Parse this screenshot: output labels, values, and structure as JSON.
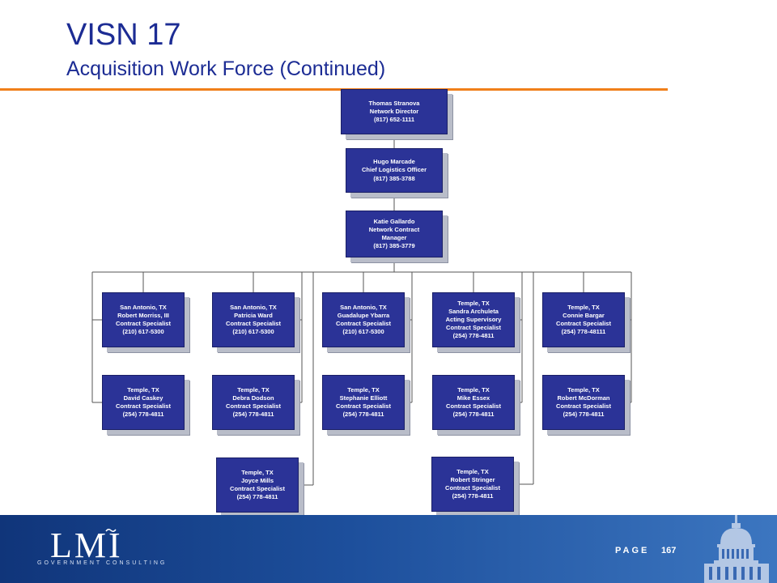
{
  "header": {
    "title": "VISN 17",
    "subtitle": "Acquisition Work Force (Continued)"
  },
  "org_chart": {
    "director": {
      "lines": [
        "Thomas Stranova",
        "Network Director",
        "(817) 652-1111"
      ]
    },
    "logistics": {
      "lines": [
        "Hugo Marcade",
        "Chief Logistics Officer",
        "(817) 385-3788"
      ]
    },
    "manager": {
      "lines": [
        "Katie Gallardo",
        "Network Contract",
        "Manager",
        "(817) 385-3779"
      ]
    },
    "row1": [
      {
        "lines": [
          "San Antonio, TX",
          "Robert Morriss, III",
          "Contract Specialist",
          "(210) 617-5300"
        ]
      },
      {
        "lines": [
          "San Antonio, TX",
          "Patricia Ward",
          "Contract Specialist",
          "(210) 617-5300"
        ]
      },
      {
        "lines": [
          "San Antonio, TX",
          "Guadalupe Ybarra",
          "Contract Specialist",
          "(210) 617-5300"
        ]
      },
      {
        "lines": [
          "Temple, TX",
          "Sandra Archuleta",
          "Acting Supervisory",
          "Contract Specialist",
          "(254) 778-4811"
        ]
      },
      {
        "lines": [
          "Temple, TX",
          "Connie Bargar",
          "Contract Specialist",
          "(254) 778-48111"
        ]
      }
    ],
    "row2": [
      {
        "lines": [
          "Temple, TX",
          "David Caskey",
          "Contract Specialist",
          "(254) 778-4811"
        ]
      },
      {
        "lines": [
          "Temple, TX",
          "Debra Dodson",
          "Contract Specialist",
          "(254) 778-4811"
        ]
      },
      {
        "lines": [
          "Temple, TX",
          "Stephanie Elliott",
          "Contract Specialist",
          "(254) 778-4811"
        ]
      },
      {
        "lines": [
          "Temple, TX",
          "Mike Essex",
          "Contract Specialist",
          "(254) 778-4811"
        ]
      },
      {
        "lines": [
          "Temple, TX",
          "Robert McDorman",
          "Contract Specialist",
          "(254) 778-4811"
        ]
      }
    ],
    "row3": [
      {
        "lines": [
          "Temple, TX",
          "Joyce Mills",
          "Contract Specialist",
          "(254) 778-4811"
        ]
      },
      {
        "lines": [
          "Temple, TX",
          "Robert Stringer",
          "Contract Specialist",
          "(254) 778-4811"
        ]
      }
    ]
  },
  "footer": {
    "logo_text": "LMI",
    "logo_subtext": "GOVERNMENT CONSULTING",
    "page_label": "PAGE",
    "page_number": "167"
  },
  "colors": {
    "title": "#1c2c94",
    "box_fill": "#2b3397",
    "rule": "#f07f1a",
    "footer": "#1d4f9c"
  }
}
